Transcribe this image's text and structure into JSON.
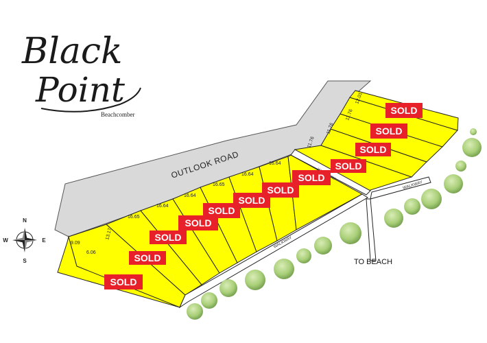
{
  "logo": {
    "line1": "Black",
    "line2": "Point",
    "sub": "Beachcomber"
  },
  "road": {
    "label": "OUTLOOK ROAD"
  },
  "walkways": {
    "lower": "WALKWAY",
    "upper": "WALKWAY",
    "right": "WALKWAY"
  },
  "to_beach": "TO BEACH",
  "sold_label": "SOLD",
  "compass": {
    "n": "N",
    "s": "S",
    "e": "E",
    "w": "W"
  },
  "lot_frontages": {
    "west_end_a": "9.09",
    "west_end_b": "6.06",
    "l1": "13.17",
    "l2": "16.65",
    "l3": "16.64",
    "l4": "16.64",
    "l5": "16.65",
    "l6": "16.64",
    "l7": "16.64",
    "r1": "11.76",
    "r2": "11.76",
    "r3": "11.76",
    "r4": "12.01"
  },
  "colors": {
    "lot_fill": "#ffff00",
    "road_fill": "#d9d9d9",
    "sold_fill": "#e8202a",
    "tree_fill": "#b6d58a"
  }
}
